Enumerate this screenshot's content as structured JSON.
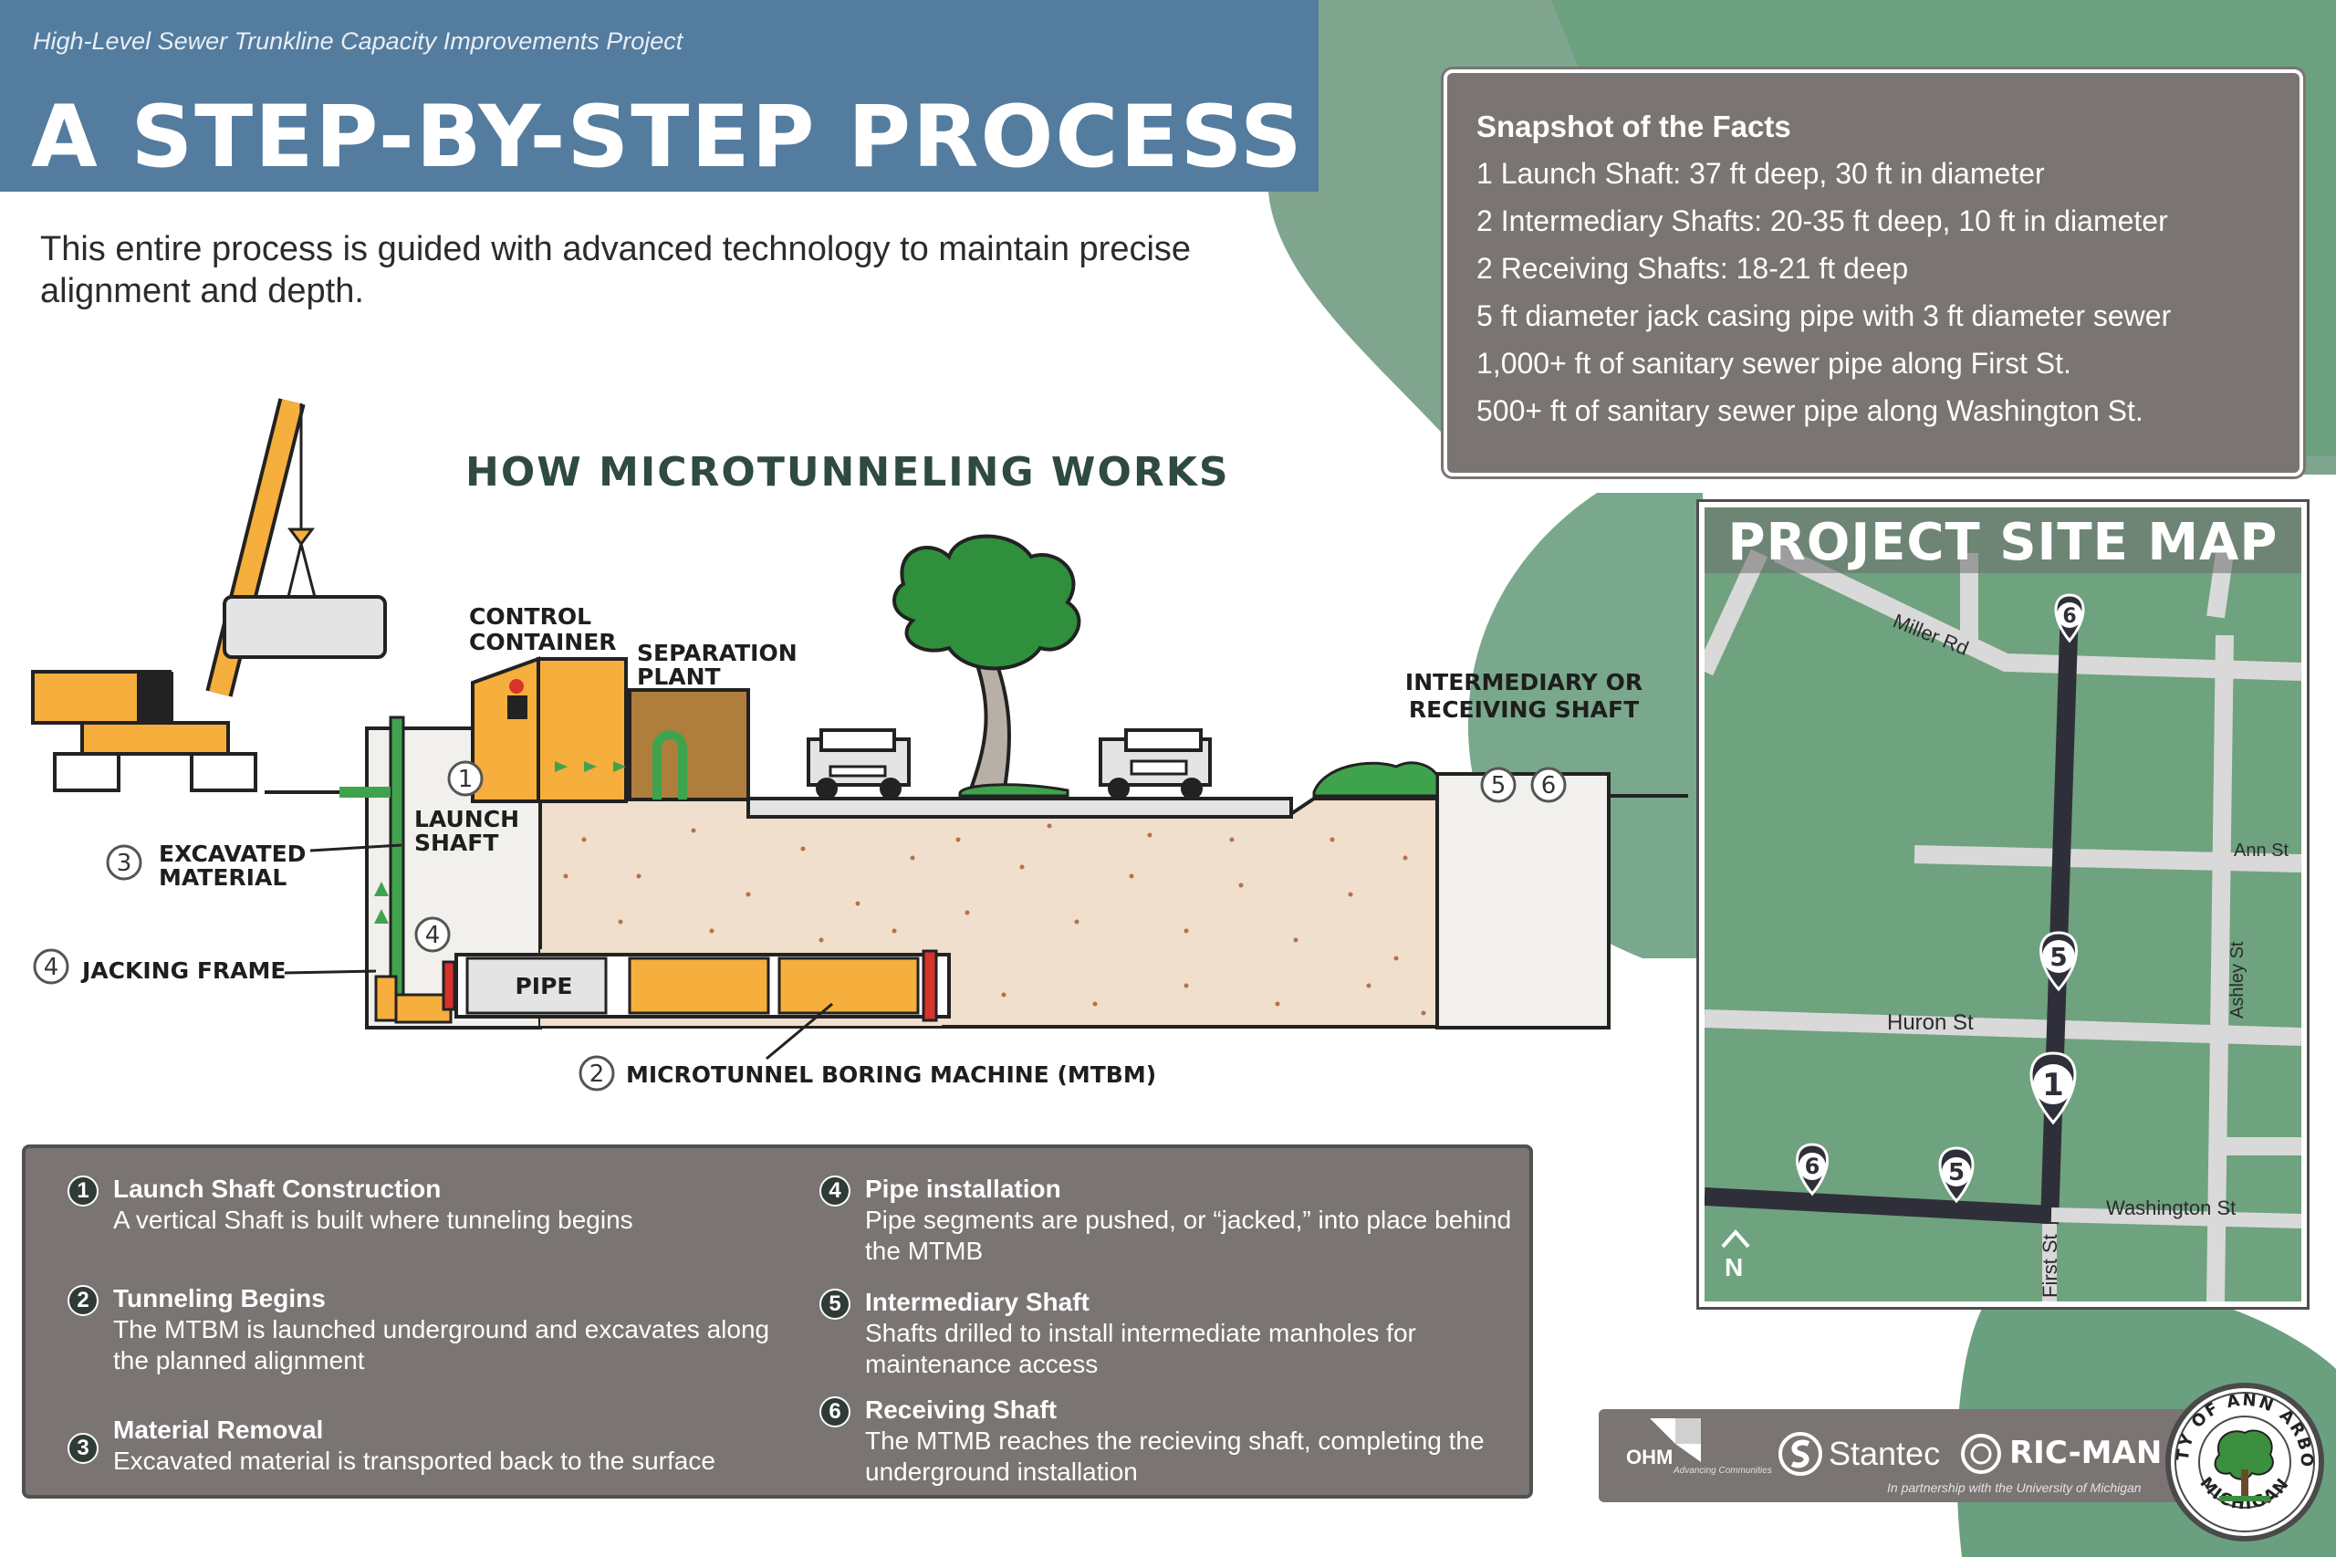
{
  "header": {
    "project": "High-Level Sewer Trunkline Capacity Improvements Project",
    "title": "A STEP-BY-STEP PROCESS"
  },
  "intro": "This entire process is guided with advanced technology to maintain precise alignment and depth.",
  "facts": {
    "title": "Snapshot of the Facts",
    "items": [
      "1 Launch Shaft: 37 ft deep, 30 ft in diameter",
      "2 Intermediary Shafts: 20-35 ft deep, 10 ft in diameter",
      "2 Receiving Shafts: 18-21 ft deep",
      "5 ft diameter jack casing pipe with 3 ft diameter sewer",
      "1,000+ ft of sanitary sewer pipe along First St.",
      "500+ ft of sanitary sewer pipe along Washington St."
    ]
  },
  "diagram": {
    "title": "HOW MICROTUNNELING WORKS",
    "labels": {
      "control": "CONTROL CONTAINER",
      "control_1": "CONTROL",
      "control_2": "CONTAINER",
      "separation_1": "SEPARATION",
      "separation_2": "PLANT",
      "intermediary_1": "INTERMEDIARY OR",
      "intermediary_2": "RECEIVING SHAFT",
      "launch_1": "LAUNCH",
      "launch_2": "SHAFT",
      "excavated_1": "EXCAVATED",
      "excavated_2": "MATERIAL",
      "jacking": "JACKING FRAME",
      "pipe": "PIPE",
      "mtbm": "MICROTUNNEL BORING MACHINE (MTBM)"
    },
    "markers": {
      "one": "1",
      "two": "2",
      "three": "3",
      "four": "4",
      "five": "5",
      "six": "6"
    }
  },
  "steps": [
    {
      "num": "1",
      "title": "Launch Shaft Construction",
      "desc": "A vertical Shaft is built where tunneling begins"
    },
    {
      "num": "2",
      "title": "Tunneling Begins",
      "desc": "The MTBM is launched underground and excavates along the planned alignment"
    },
    {
      "num": "3",
      "title": "Material Removal",
      "desc": "Excavated material is transported back to the surface"
    },
    {
      "num": "4",
      "title": "Pipe installation",
      "desc": "Pipe segments are pushed, or “jacked,” into place behind the MTMB"
    },
    {
      "num": "5",
      "title": "Intermediary Shaft",
      "desc": "Shafts drilled to install intermediate manholes for maintenance access"
    },
    {
      "num": "6",
      "title": "Receiving Shaft",
      "desc": "The MTMB reaches the recieving shaft, completing the underground installation"
    }
  ],
  "map": {
    "title": "PROJECT SITE MAP",
    "streets": {
      "miller": "Miller Rd",
      "ann": "Ann St",
      "ashley": "Ashley St",
      "huron": "Huron St",
      "washington": "Washington St",
      "first": "First St"
    },
    "north": "N",
    "pins": [
      "6",
      "5",
      "1",
      "6",
      "5"
    ]
  },
  "logos": {
    "ohm": "OHM",
    "ohm_tagline": "Advancing Communities",
    "stantec": "Stantec",
    "ricman": "RIC-MAN",
    "partnership": "In partnership with the University of Michigan",
    "seal_top": "CITY OF ANN ARBOR",
    "seal_bottom": "MICHIGAN"
  },
  "colors": {
    "header": "#537c9f",
    "panel": "#7a7473",
    "green_bg": "#78a68a",
    "pipe_orange": "#f6ae3c",
    "road": "#2f2f3a"
  }
}
